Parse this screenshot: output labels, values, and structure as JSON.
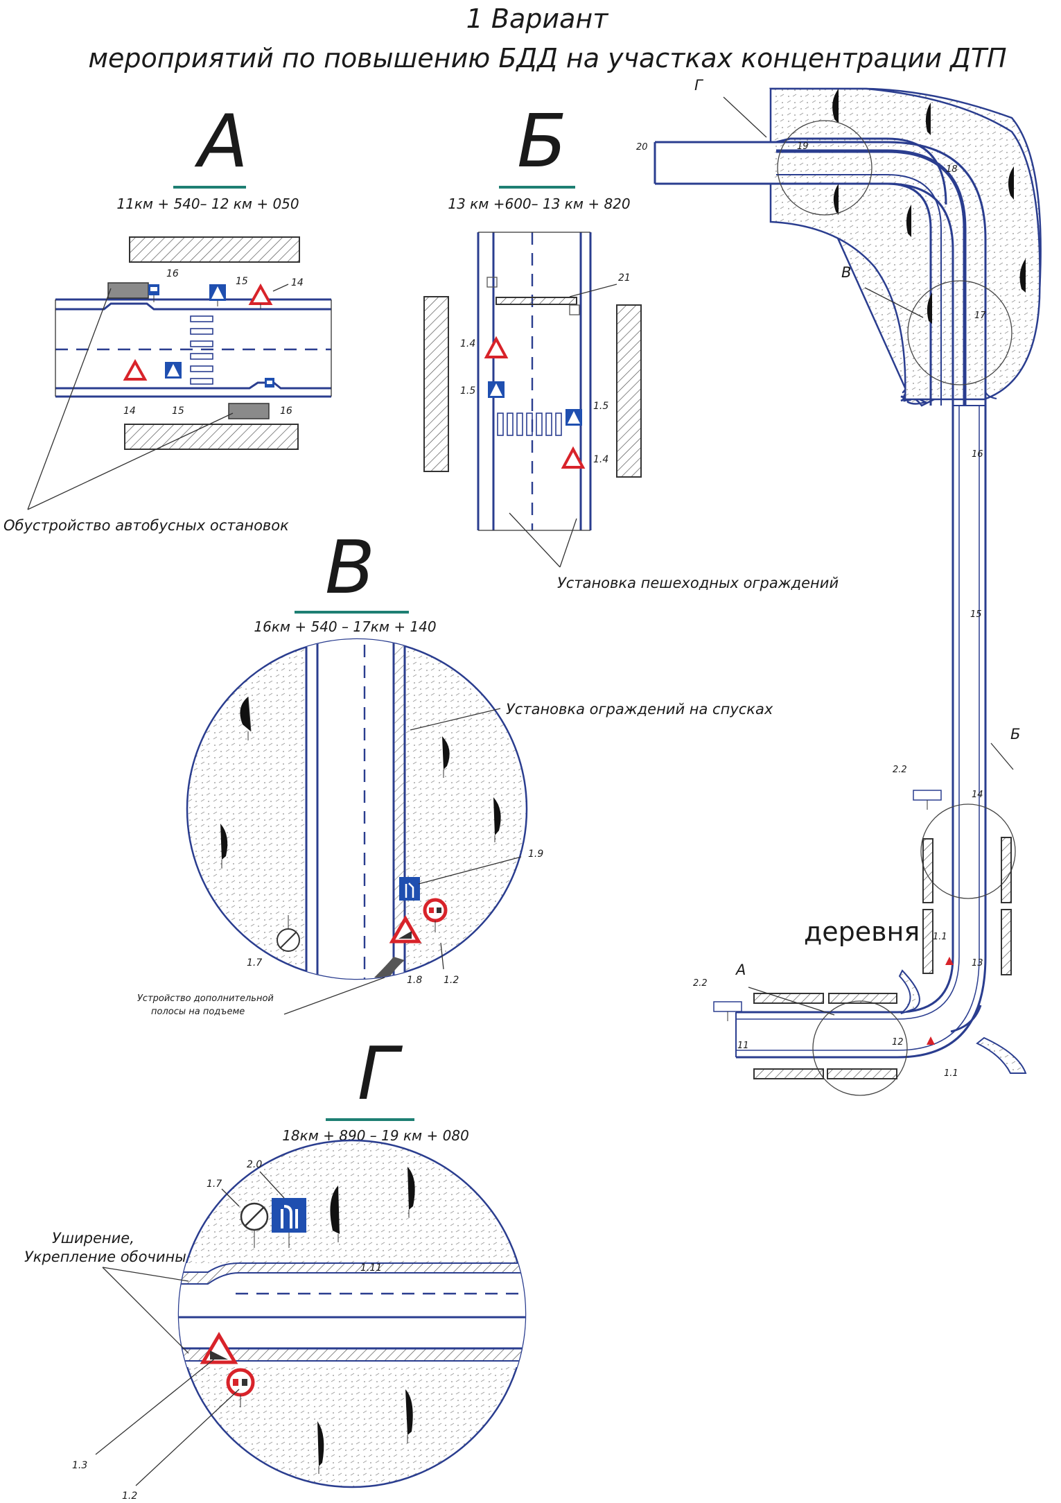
{
  "header": {
    "line1": "1 Вариант",
    "line2": "мероприятий по повышению БДД на участках концентрации ДТП"
  },
  "details": {
    "a": {
      "letter": "А",
      "km": "11км + 540– 12 км + 050"
    },
    "b": {
      "letter": "Б",
      "km": "13 км +600– 13 км + 820"
    },
    "v": {
      "letter": "В",
      "km": "16км + 540 – 17км + 140"
    },
    "g": {
      "letter": "Г",
      "km": "18км + 890 – 19 км + 080"
    }
  },
  "annotations": {
    "bus_stops": "Обустройство автобусных остановок",
    "ped_fence": "Установка  пешеходных ограждений",
    "slope_fence": "Установка ограждений на спусках",
    "extra_lane_1": "Устройство дополнительной",
    "extra_lane_2": "полосы на подъеме",
    "widen_1": "Уширение,",
    "widen_2": "Укрепление обочины",
    "village": "деревня"
  },
  "sign_numbers": {
    "a": [
      "16",
      "15",
      "14",
      "14",
      "15",
      "16"
    ],
    "b": [
      "21",
      "1.4",
      "1.5",
      "1.5",
      "1.4"
    ],
    "v": [
      "1.9",
      "1.7",
      "1.8",
      "1.2"
    ],
    "g": [
      "1.7",
      "2.0",
      "1.11",
      "1.3",
      "1.2"
    ]
  },
  "plan": {
    "callouts": [
      "Г",
      "В",
      "Б",
      "А"
    ],
    "ticks": [
      "20",
      "19",
      "18",
      "17",
      "16",
      "15",
      "14",
      "13",
      "12",
      "11"
    ],
    "sign_labels": [
      "2.2",
      "2.2",
      "1.1",
      "1.1"
    ]
  },
  "colors": {
    "road": "#2a3d8f",
    "underline": "#1e7f73",
    "sign_red": "#d8232a",
    "sign_blue": "#1f4fb0",
    "ink": "#1a1a1a"
  }
}
